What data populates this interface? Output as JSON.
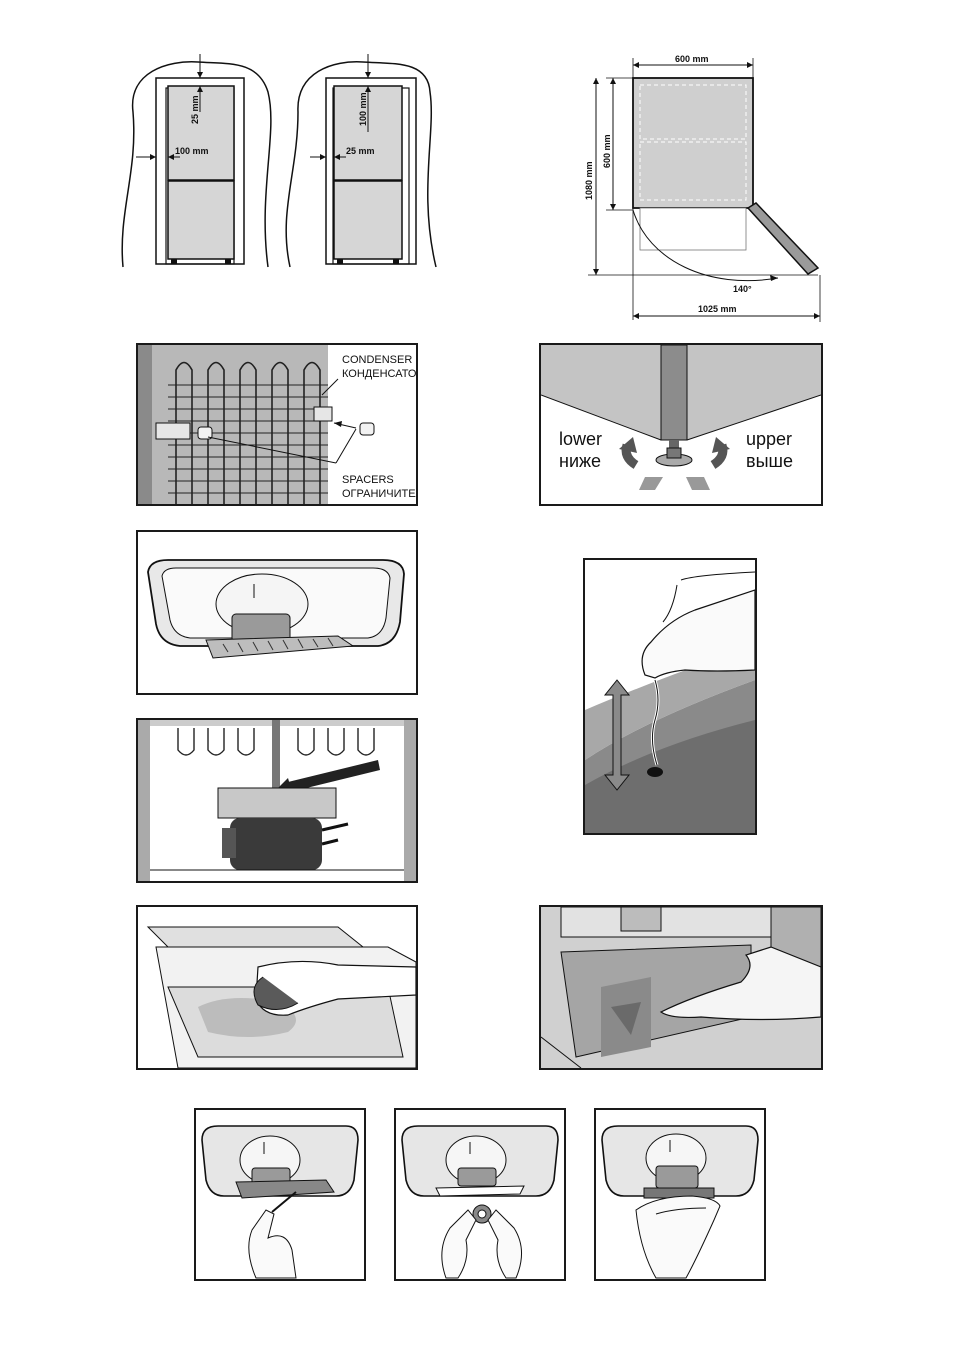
{
  "clearance": {
    "left": {
      "side_gap": "100 mm",
      "top_gap": "25 mm"
    },
    "right": {
      "side_gap": "25 mm",
      "top_gap": "100 mm"
    }
  },
  "dimensions": {
    "width": "600 mm",
    "depth": "600 mm",
    "height": "1080 mm",
    "angle": "140°",
    "open_depth": "1025 mm"
  },
  "condenser": {
    "label_en": "CONDENSER",
    "label_ru": "КОНДЕНСАТОР",
    "spacers_en": "SPACERS",
    "spacers_ru": "ОГРАНИЧИТЕЛЬ"
  },
  "feet": {
    "lower_en": "lower",
    "lower_ru": "ниже",
    "upper_en": "upper",
    "upper_ru": "выше"
  }
}
